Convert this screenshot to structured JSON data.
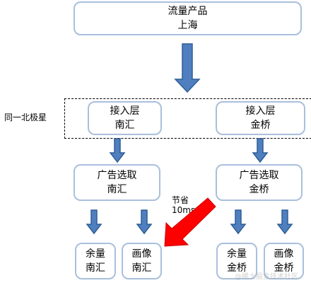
{
  "diagram": {
    "top": {
      "line1": "流量产品",
      "line2": "上海"
    },
    "group_label": "同一北极星",
    "access": [
      {
        "line1": "接入层",
        "line2": "南汇"
      },
      {
        "line1": "接入层",
        "line2": "金桥"
      }
    ],
    "ad_select": [
      {
        "line1": "广告选取",
        "line2": "南汇"
      },
      {
        "line1": "广告选取",
        "line2": "金桥"
      }
    ],
    "bottom": [
      {
        "line1": "余量",
        "line2": "南汇"
      },
      {
        "line1": "画像",
        "line2": "南汇"
      },
      {
        "line1": "余量",
        "line2": "金桥"
      },
      {
        "line1": "画像",
        "line2": "金桥"
      }
    ],
    "annotation": {
      "line1": "节省",
      "line2": "10ms"
    },
    "watermark": "@稀土掘金技术社区",
    "colors": {
      "box_border": "#a9bfdc",
      "arrow_fill": "#4f7fbf",
      "arrow_stroke": "#2f5f96",
      "highlight_arrow": "#ff0000"
    }
  }
}
